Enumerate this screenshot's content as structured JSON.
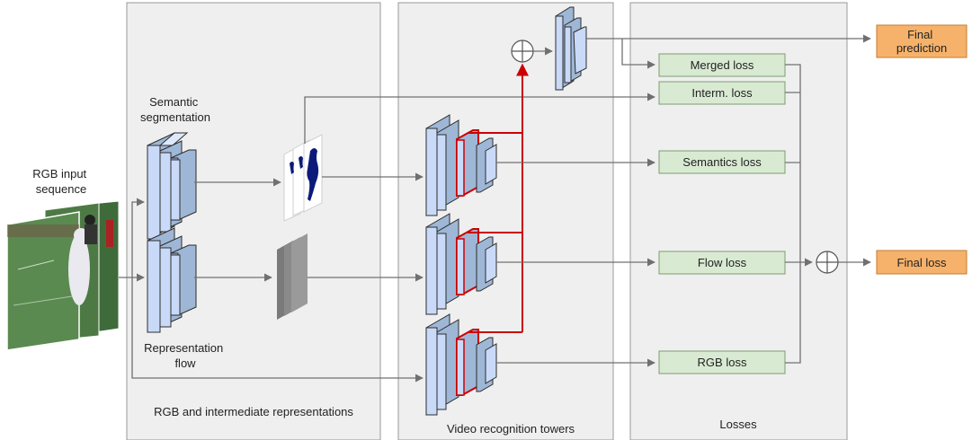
{
  "panels": {
    "representations": "RGB and intermediate representations",
    "towers": "Video recognition towers",
    "losses": "Losses"
  },
  "labels": {
    "rgb_input": [
      "RGB input",
      "sequence"
    ],
    "semantic_segmentation": [
      "Semantic",
      "segmentation"
    ],
    "representation_flow": [
      "Representation",
      "flow"
    ]
  },
  "loss_boxes": {
    "merged": "Merged loss",
    "intermediate": "Interm. loss",
    "semantics": "Semantics loss",
    "flow": "Flow loss",
    "rgb": "RGB loss"
  },
  "outputs": {
    "final_prediction": [
      "Final",
      "prediction"
    ],
    "final_loss": "Final loss"
  },
  "colors": {
    "panel_fill": "#efefef",
    "panel_stroke": "#9a9a9a",
    "loss_box_fill": "#d9ead3",
    "loss_box_stroke": "#7d9c72",
    "output_fill": "#f6b26b",
    "output_stroke": "#c77a2c",
    "layer_fill": "#c9daf8",
    "layer_side": "#9fb7d6",
    "red_path": "#cc0000",
    "arrow": "#707070"
  }
}
